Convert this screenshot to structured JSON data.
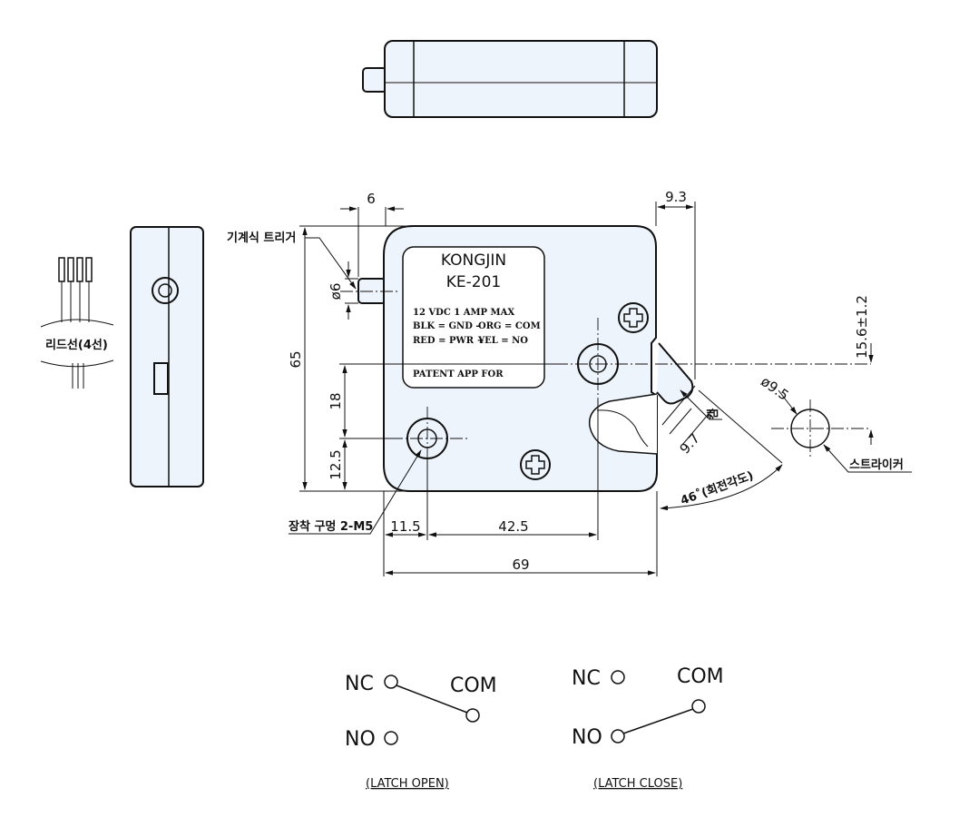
{
  "labels": {
    "trigger": "기계식 트리거",
    "lead_wire": "리드선(4선)",
    "mount_hole": "장착 구멍 2-M5",
    "cam": "캠",
    "striker": "스트라이커",
    "rotation_angle": "46˚(회전각도)"
  },
  "plate": {
    "brand": "KONGJIN",
    "model": "KE-201",
    "rating": "12 VDC 1 AMP MAX",
    "blk": "BLK = GND -",
    "org": "ORG = COM",
    "red": "RED = PWR +",
    "yel": "YEL = NO",
    "patent": "PATENT APP FOR"
  },
  "dims": {
    "d6": "6",
    "d9_3": "9.3",
    "phi6": "ø6",
    "d65": "65",
    "d18": "18",
    "d12_5": "12.5",
    "d15_6": "15.6±1.2",
    "phi9_5": "ø9.5",
    "d9_7": "9.7",
    "d11_5": "11.5",
    "d42_5": "42.5",
    "d69": "69"
  },
  "switch_open": {
    "nc": "NC",
    "com": "COM",
    "no": "NO",
    "caption": "(LATCH OPEN)"
  },
  "switch_close": {
    "nc": "NC",
    "com": "COM",
    "no": "NO",
    "caption": "(LATCH CLOSE)"
  }
}
